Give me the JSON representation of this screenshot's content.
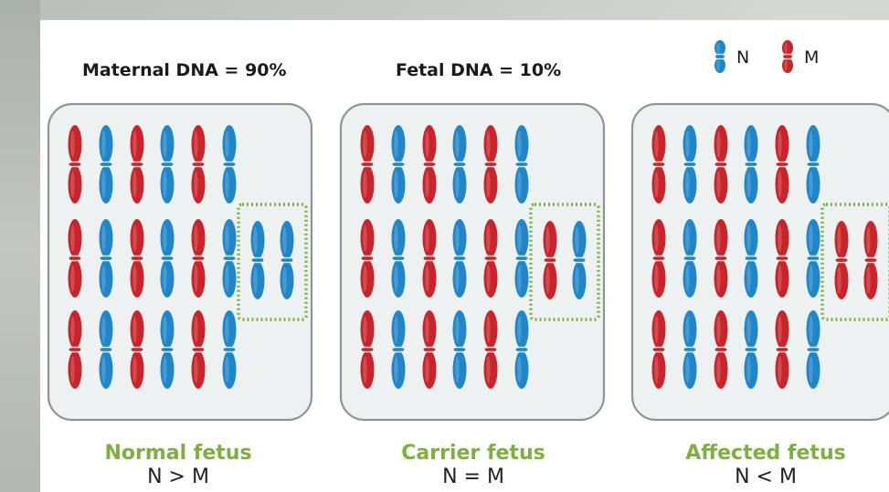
{
  "header": {
    "maternal": "Maternal DNA = 90%",
    "fetal": "Fetal DNA = 10%"
  },
  "legend": {
    "normal": {
      "label": "N",
      "color": "#1f86c9"
    },
    "mutant": {
      "label": "M",
      "color": "#c8242a"
    }
  },
  "colors": {
    "normal": "#1f86c9",
    "mutant": "#c8242a",
    "accent_green": "#7bb13c",
    "box_fill": "#eef1f2",
    "box_stroke": "#8e9498"
  },
  "maternal_pattern": [
    "M",
    "N",
    "M",
    "N",
    "M",
    "N"
  ],
  "panels": [
    {
      "name": "Normal fetus",
      "relation": "N > M",
      "fetal": [
        "N",
        "N"
      ]
    },
    {
      "name": "Carrier fetus",
      "relation": "N = M",
      "fetal": [
        "M",
        "N"
      ]
    },
    {
      "name": "Affected fetus",
      "relation": "N < M",
      "fetal": [
        "M",
        "M"
      ]
    }
  ]
}
